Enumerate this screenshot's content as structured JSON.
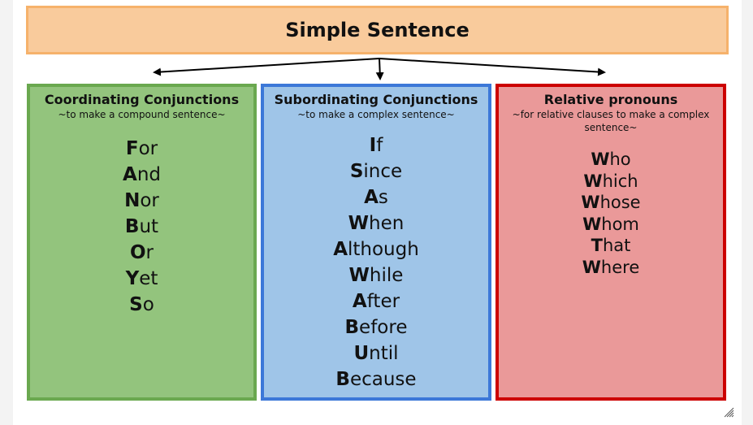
{
  "title": "Simple Sentence",
  "colors": {
    "title_fill": "#f9cb9c",
    "title_border": "#f6b26b",
    "coord_fill": "#93c47d",
    "coord_border": "#6aa84f",
    "sub_fill": "#9fc5e8",
    "sub_border": "#3c78d8",
    "rel_fill": "#ea9999",
    "rel_border": "#cc0000"
  },
  "columns": [
    {
      "heading": "Coordinating Conjunctions",
      "subheading": "~to make a compound sentence~",
      "words": [
        {
          "initial": "F",
          "rest": "or"
        },
        {
          "initial": "A",
          "rest": "nd"
        },
        {
          "initial": "N",
          "rest": "or"
        },
        {
          "initial": "B",
          "rest": "ut"
        },
        {
          "initial": "O",
          "rest": "r"
        },
        {
          "initial": "Y",
          "rest": "et"
        },
        {
          "initial": "S",
          "rest": "o"
        }
      ]
    },
    {
      "heading": "Subordinating Conjunctions",
      "subheading": "~to make a complex sentence~",
      "words": [
        {
          "initial": "I",
          "rest": "f"
        },
        {
          "initial": "S",
          "rest": "ince"
        },
        {
          "initial": "A",
          "rest": "s"
        },
        {
          "initial": "W",
          "rest": "hen"
        },
        {
          "initial": "A",
          "rest": "lthough"
        },
        {
          "initial": "W",
          "rest": "hile"
        },
        {
          "initial": "A",
          "rest": "fter"
        },
        {
          "initial": "B",
          "rest": "efore"
        },
        {
          "initial": "U",
          "rest": "ntil"
        },
        {
          "initial": "B",
          "rest": "ecause"
        }
      ]
    },
    {
      "heading": "Relative pronouns",
      "subheading": "~for relative clauses to make a complex sentence~",
      "words": [
        {
          "initial": "W",
          "rest": "ho"
        },
        {
          "initial": "W",
          "rest": "hich"
        },
        {
          "initial": "W",
          "rest": "hose"
        },
        {
          "initial": "W",
          "rest": "hom"
        },
        {
          "initial": "T",
          "rest": "hat"
        },
        {
          "initial": "W",
          "rest": "here"
        }
      ]
    }
  ]
}
